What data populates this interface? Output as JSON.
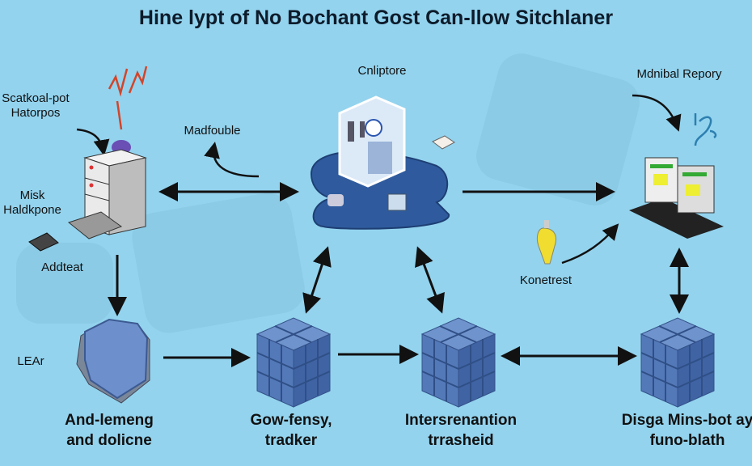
{
  "title": "Hine lypt of No Bochant Gost Can-llow Sitchlaner",
  "labels": {
    "top_left_1": "Scatkoal-pot",
    "top_left_2": "Hatorpos",
    "mid_left_1": "Misk",
    "mid_left_2": "Haldkpone",
    "left_device": "Addteat",
    "arrow_label": "Madfouble",
    "center_top": "Cnliptore",
    "right_top": "Mdnibal Repory",
    "bulb": "Konetrest",
    "side_left": "LEAr"
  },
  "bottom_nodes": [
    {
      "line1": "And-lemeng",
      "line2": "and dolicne",
      "icon": "shield-icon"
    },
    {
      "line1": "Gow-fensy,",
      "line2": "tradker",
      "icon": "cube-building-icon"
    },
    {
      "line1": "Intersrenantion",
      "line2": "trrasheid",
      "icon": "cube-building-icon"
    },
    {
      "line1": "Disga Mins-bot ay",
      "line2": "funo-blath",
      "icon": "cube-building-icon"
    }
  ],
  "colors": {
    "background": "#93d3ee",
    "cube": "#4a6fb0",
    "arrow": "#111111"
  }
}
